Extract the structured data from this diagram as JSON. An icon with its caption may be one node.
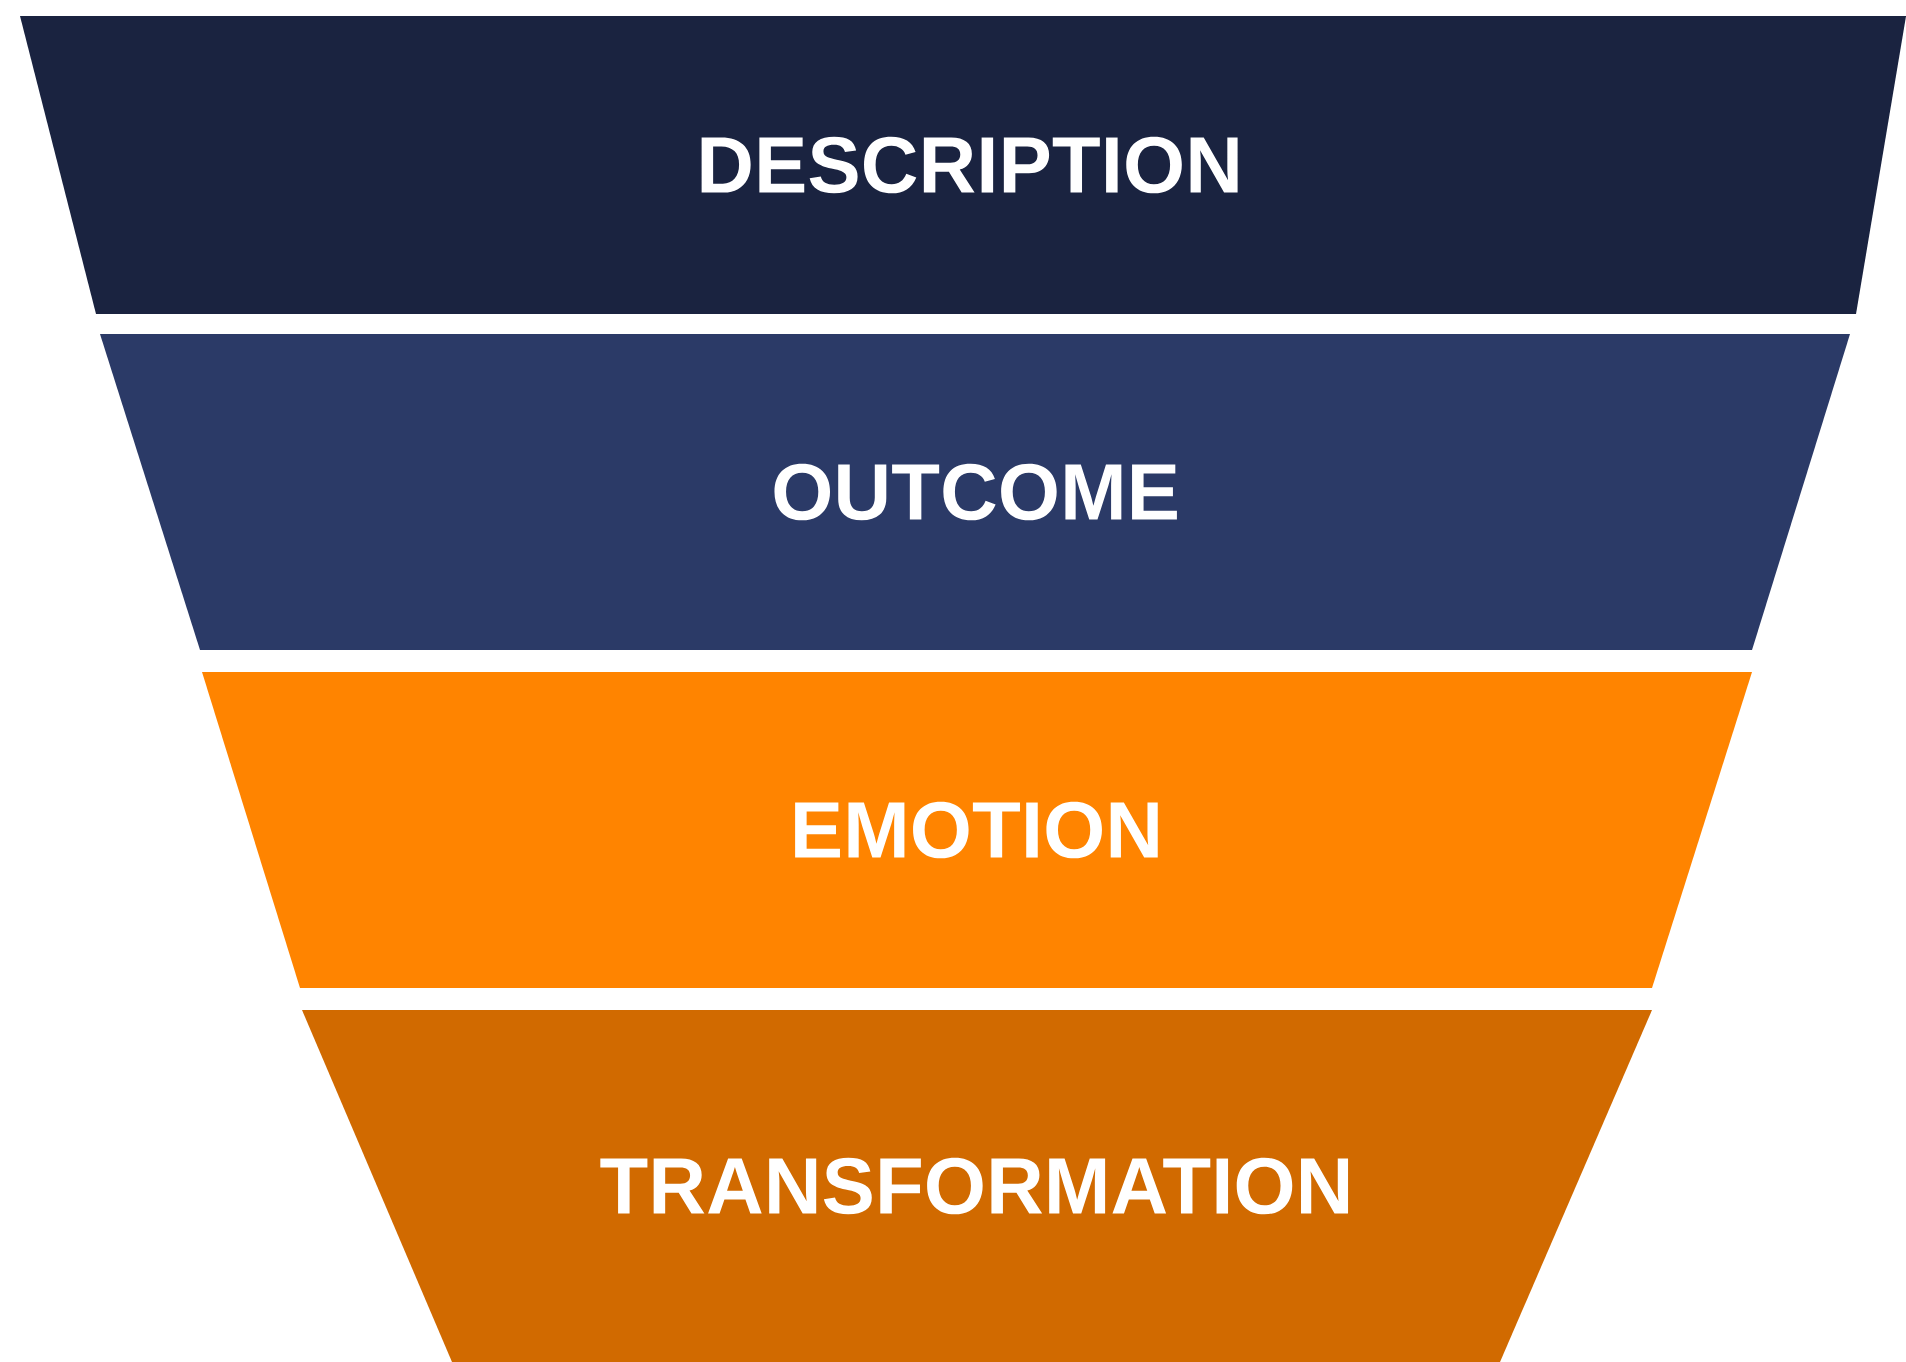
{
  "diagram": {
    "nodes": [
      {
        "text": [
          "DESCRIPTION"
        ]
      },
      {
        "text": [
          "OUTCOME"
        ]
      },
      {
        "text": [
          "EMOTION"
        ]
      },
      {
        "text": [
          "TRANSFORMATION"
        ]
      }
    ]
  }
}
